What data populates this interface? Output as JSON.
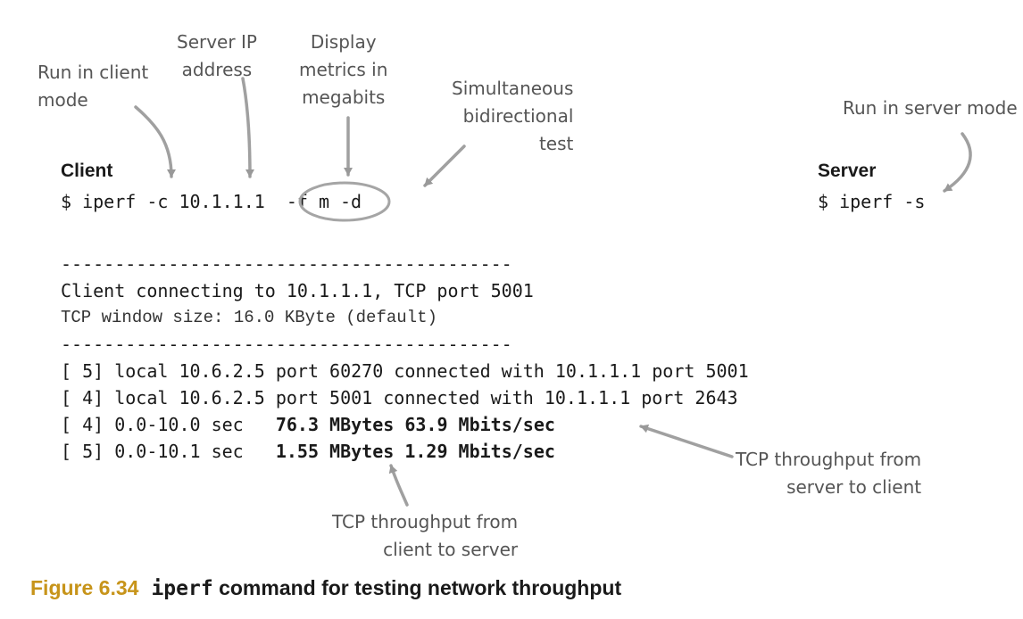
{
  "annotations": {
    "client_mode": "Run in client\nmode",
    "server_ip": "Server IP\naddress",
    "megabits": "Display\nmetrics in\nmegabits",
    "bidirectional": "Simultaneous\nbidirectional\ntest",
    "server_mode": "Run in server mode",
    "server_to_client": "TCP throughput from\nserver to client",
    "client_to_server": "TCP throughput from\nclient to server"
  },
  "client": {
    "heading": "Client",
    "cmd_prefix": "$ iperf -c 10.1.1.1 ",
    "cmd_flag": "-f m",
    "cmd_suffix": "-d"
  },
  "server": {
    "heading": "Server",
    "cmd": "$ iperf -s"
  },
  "output": {
    "separator": "------------------------------------------",
    "connecting": "Client connecting to 10.1.1.1, TCP port 5001",
    "window_size": "TCP window size: 16.0 KByte (default)",
    "conn_5": "[ 5] local 10.6.2.5 port 60270 connected with 10.1.1.1 port 5001",
    "conn_4": "[ 4] local 10.6.2.5 port 5001 connected with 10.1.1.1 port 2643",
    "result_4_prefix": "[ 4] 0.0-10.0 sec   ",
    "result_4_value": "76.3 MBytes 63.9 Mbits/sec",
    "result_5_prefix": "[ 5] 0.0-10.1 sec   ",
    "result_5_value": "1.55 MBytes 1.29 Mbits/sec"
  },
  "caption": {
    "number": "Figure 6.34",
    "command": "iperf",
    "text": " command for testing network throughput"
  }
}
